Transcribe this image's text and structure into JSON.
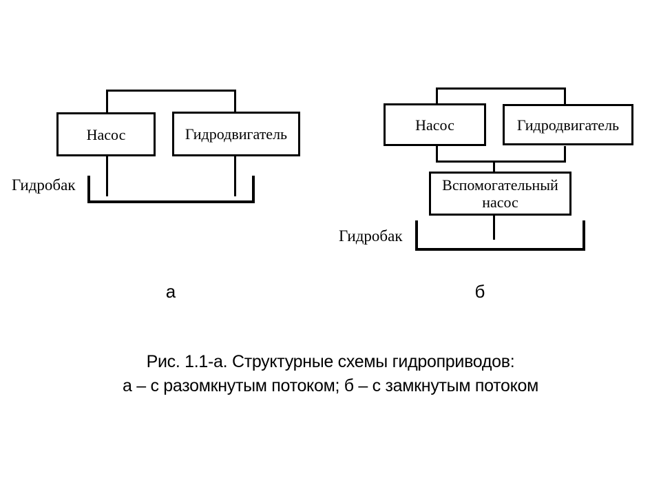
{
  "diagram_a": {
    "pump": "Насос",
    "motor": "Гидродвигатель",
    "tank": "Гидробак",
    "sublabel": "а"
  },
  "diagram_b": {
    "pump": "Насос",
    "motor": "Гидродвигатель",
    "aux_pump": "Вспомогательный насос",
    "tank": "Гидробак",
    "sublabel": "б"
  },
  "caption": {
    "line1": "Рис. 1.1-а. Структурные схемы гидроприводов:",
    "line2": "а – с разомкнутым потоком; б – с замкнутым потоком"
  },
  "colors": {
    "line": "#000000",
    "text": "#000000",
    "background": "#ffffff"
  }
}
